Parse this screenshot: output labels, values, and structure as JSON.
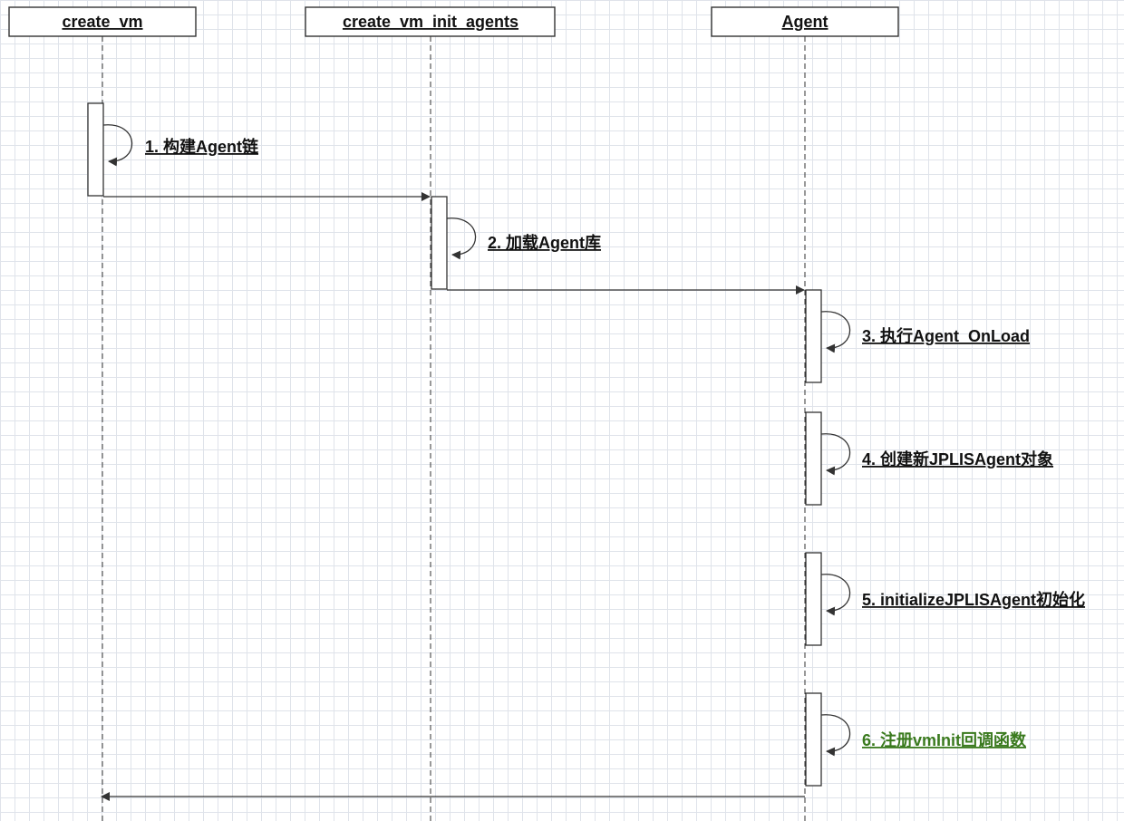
{
  "participants": [
    {
      "name": "create_vm"
    },
    {
      "name": "create_vm_init_agents"
    },
    {
      "name": "Agent"
    }
  ],
  "messages": [
    {
      "label": "1. 构建Agent链",
      "color": "#111111"
    },
    {
      "label": "2. 加载Agent库",
      "color": "#111111"
    },
    {
      "label": "3. 执行Agent_OnLoad",
      "color": "#111111"
    },
    {
      "label": "4. 创建新JPLISAgent对象",
      "color": "#111111"
    },
    {
      "label": "5. initializeJPLISAgent初始化",
      "color": "#111111"
    },
    {
      "label": "6. 注册vmInit回调函数",
      "color": "#3a7a1e"
    }
  ],
  "arrows": [
    {
      "from": "create_vm",
      "to": "create_vm_init_agents"
    },
    {
      "from": "create_vm_init_agents",
      "to": "Agent"
    },
    {
      "from": "Agent",
      "to": "create_vm"
    }
  ]
}
